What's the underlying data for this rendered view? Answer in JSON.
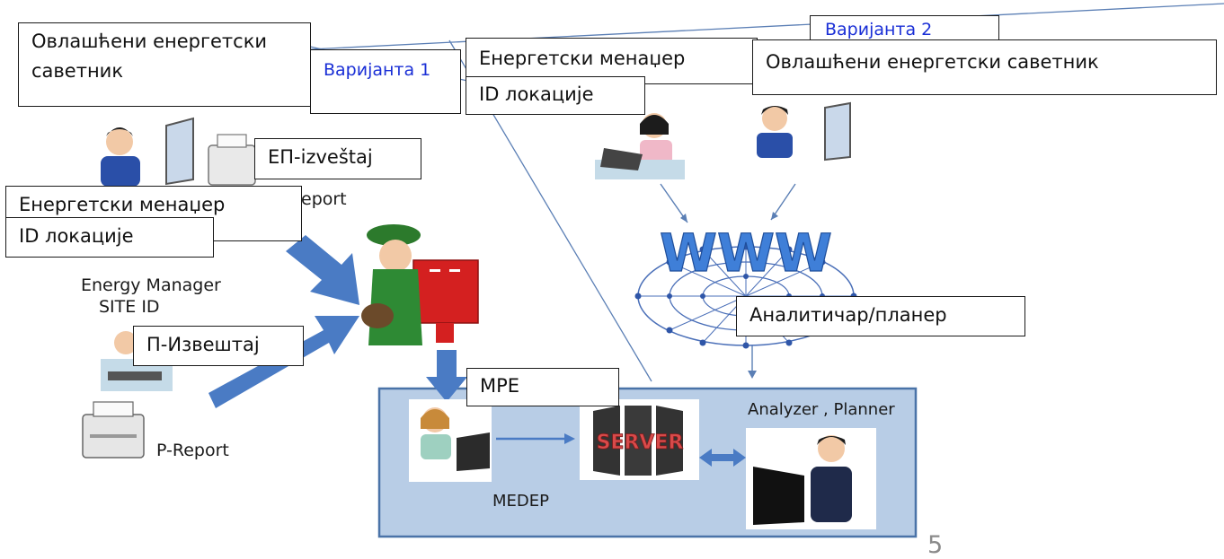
{
  "labels": {
    "advisor_v1": "Овлашћени енергетски саветник",
    "variant1": "Варијанта 1",
    "variant2": "Варијанта 2",
    "manager_v2": "Енергетски менаџер",
    "site_id_v2": "ID локације",
    "advisor_v2": "Овлашћени енергетски саветник",
    "ep_report": "ЕП-izveštaj",
    "manager_v1": "Енергетски менаџер",
    "site_id_v1": "ID локације",
    "p_report_sr": "П-Извештај",
    "analyst_planner": "Аналитичар/планер",
    "mpe": "МРЕ"
  },
  "english_labels": {
    "report_fragment": "eport",
    "energy_manager": "Energy Manager",
    "site_id": "SITE ID",
    "p_report": "P-Report",
    "analyzer_planner": "Analyzer , Planner",
    "medep": "MEDEP",
    "server": "SERVER",
    "www": "WWW"
  },
  "page_number": "5",
  "colors": {
    "arrow_blue": "#4a7bc4",
    "line_blue": "#5b7fb5",
    "box_fill": "#b8cde6",
    "box_border": "#4a73a8",
    "variant_text": "#1a2fd6"
  },
  "icons": [
    "person-at-computer-icon",
    "printer-icon",
    "postman-mailbox-icon",
    "www-network-globe-icon",
    "server-icon",
    "analyst-at-computer-icon"
  ]
}
